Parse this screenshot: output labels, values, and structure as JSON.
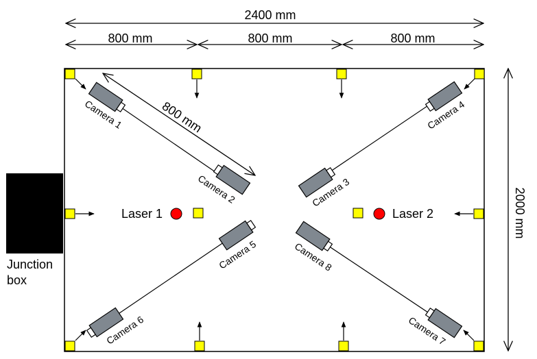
{
  "dimensions": {
    "total_width": "2400 mm",
    "segment_1": "800 mm",
    "segment_2": "800 mm",
    "segment_3": "800 mm",
    "camera_spacing": "800 mm",
    "height": "2000 mm"
  },
  "cameras": [
    "Camera 1",
    "Camera 2",
    "Camera 3",
    "Camera 4",
    "Camera 5",
    "Camera 6",
    "Camera 7",
    "Camera 8"
  ],
  "lasers": [
    "Laser 1",
    "Laser 2"
  ],
  "junction_box": {
    "line1": "Junction",
    "line2": "box"
  },
  "colors": {
    "marker": "#ffff00",
    "laser": "#ff0000",
    "camera_body": "#808890",
    "junction_box": "#000000"
  }
}
